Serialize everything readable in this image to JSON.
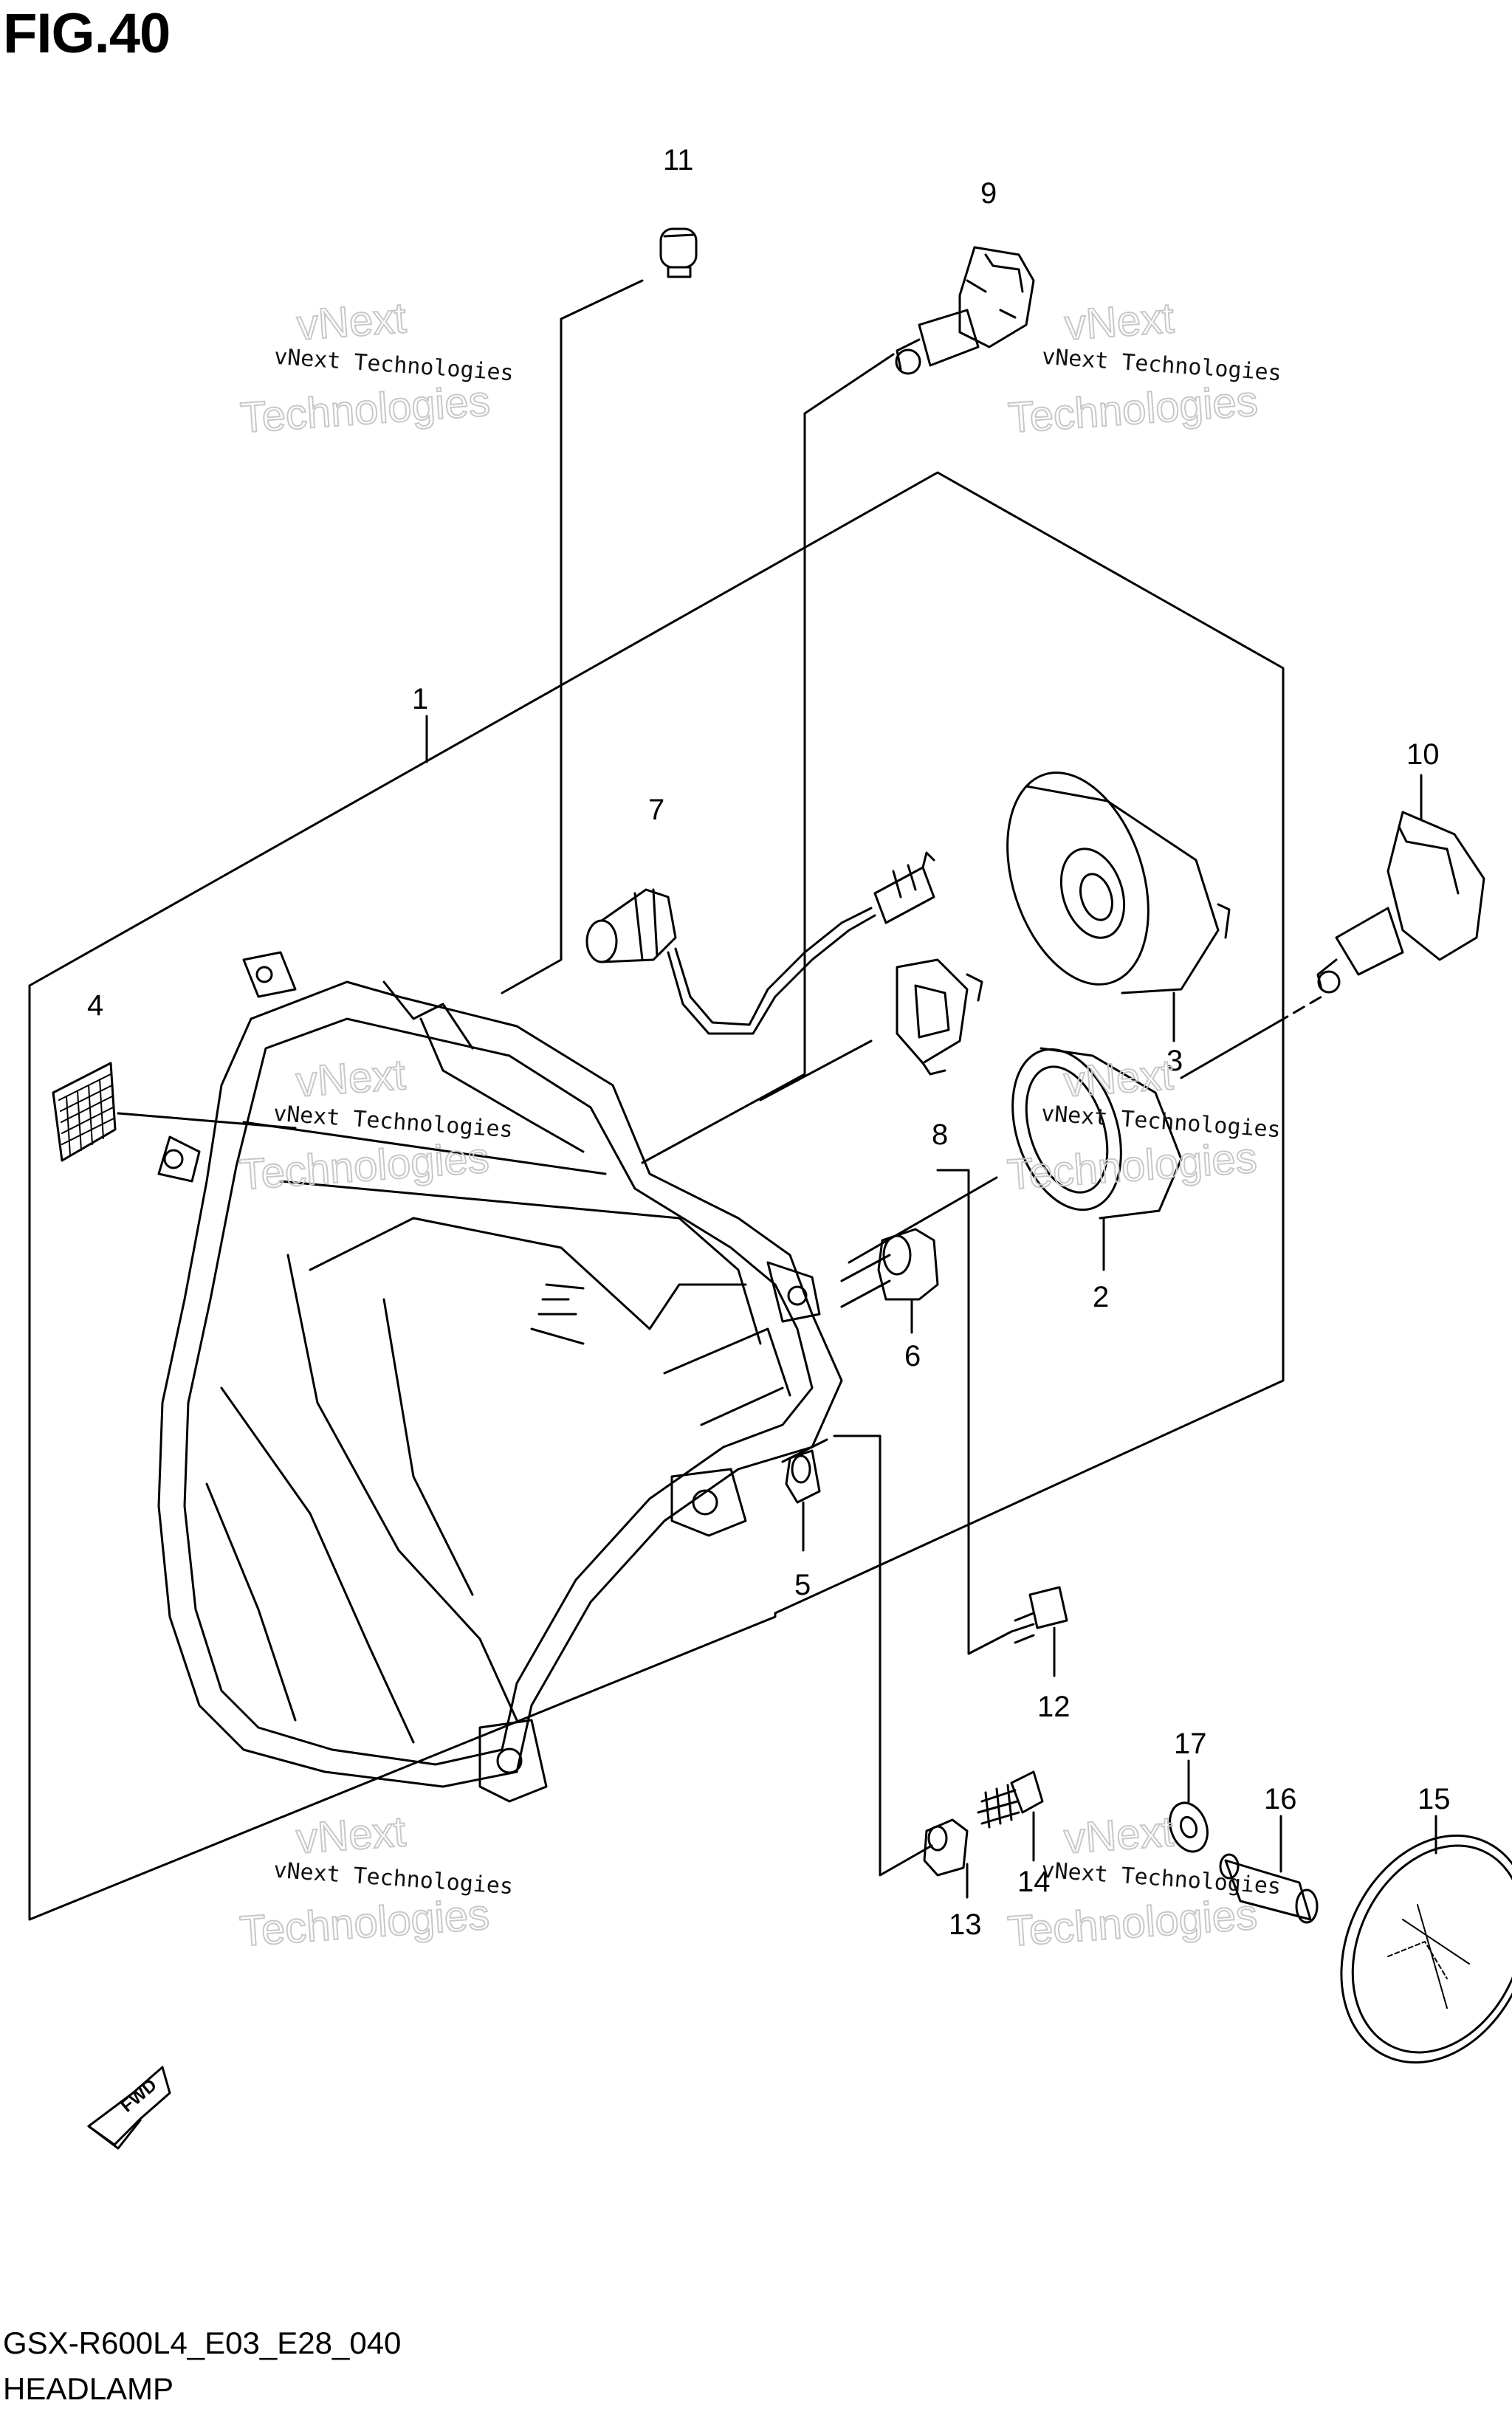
{
  "figure": {
    "title": "FIG.40",
    "model_code": "GSX-R600L4_E03_E28_040",
    "section_name": "HEADLAMP"
  },
  "watermark": {
    "line1": "vNext Technologies",
    "line2": "vNext",
    "line3": "Technologies"
  },
  "fwd_label": "FWD",
  "parts": [
    {
      "ref": "1"
    },
    {
      "ref": "2"
    },
    {
      "ref": "3"
    },
    {
      "ref": "4"
    },
    {
      "ref": "5"
    },
    {
      "ref": "6"
    },
    {
      "ref": "7"
    },
    {
      "ref": "8"
    },
    {
      "ref": "9"
    },
    {
      "ref": "10"
    },
    {
      "ref": "11"
    },
    {
      "ref": "12"
    },
    {
      "ref": "13"
    },
    {
      "ref": "14"
    },
    {
      "ref": "15"
    },
    {
      "ref": "16"
    },
    {
      "ref": "17"
    }
  ]
}
